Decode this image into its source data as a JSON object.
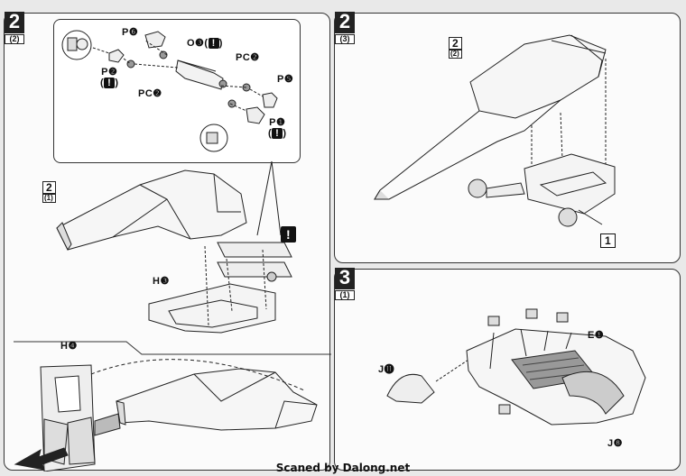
{
  "steps": {
    "left": {
      "number": "2",
      "sub": "(2)"
    },
    "right_top": {
      "number": "2",
      "sub": "(3)"
    },
    "right_bottom": {
      "number": "3",
      "sub": "(1)"
    }
  },
  "labels": {
    "p6": "P❻",
    "o3": "O❸(",
    "o3_close": ")",
    "p2": "P❷",
    "p2_paren_open": "(",
    "p2_paren_close": ")",
    "pcp_top": "PC❷",
    "pcp_bottom": "PC❷",
    "p5": "P❺",
    "p1": "P❶",
    "p1_paren_open": "(",
    "p1_paren_close": ")",
    "step2_ref": "2",
    "step2_ref_sub": "(1)",
    "h3": "H❸",
    "h4": "H❹",
    "right_step2_ref": "2",
    "right_step2_ref_sub": "(2)",
    "box_1": "1",
    "e1": "E❶",
    "j11": "J⓫",
    "j8": "J❽",
    "warn": "!"
  },
  "footer": "Scaned by Dalong.net"
}
